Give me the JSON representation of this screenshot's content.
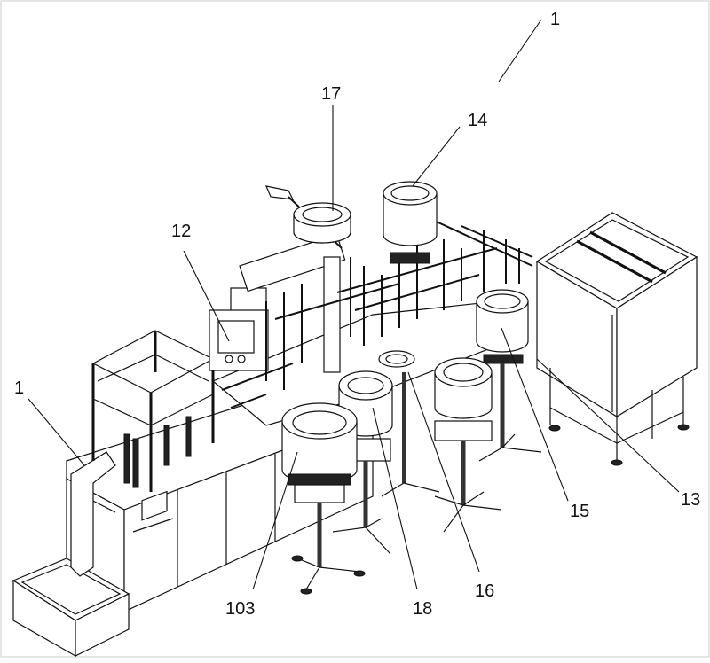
{
  "figure": {
    "labels": {
      "device_top": "1",
      "device_left": "1",
      "feeder_17": "17",
      "feeder_14": "14",
      "control_panel_12": "12",
      "cabinet_13": "13",
      "feeder_15": "15",
      "feeder_16": "16",
      "feeder_18": "18",
      "feeder_103": "103"
    }
  }
}
